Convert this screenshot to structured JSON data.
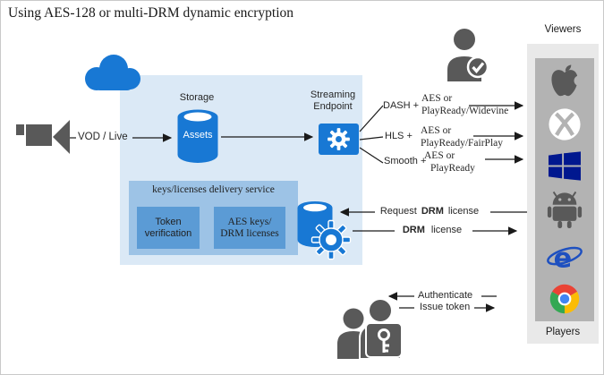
{
  "title": "Using AES-128 or multi-DRM dynamic encryption",
  "source": {
    "label": "VOD / Live"
  },
  "storage": {
    "title": "Storage",
    "asset": "Assets"
  },
  "endpoint": {
    "line1": "Streaming",
    "line2": "Endpoint"
  },
  "protocols": [
    {
      "name": "DASH +",
      "enc1": "AES or",
      "enc2": "PlayReady/Widevine"
    },
    {
      "name": "HLS +",
      "enc1": "AES or",
      "enc2": "PlayReady/FairPlay"
    },
    {
      "name": "Smooth +",
      "enc1": "AES or",
      "enc2": "PlayReady"
    }
  ],
  "keys_service": {
    "title": "keys/licenses delivery service",
    "token1": "Token",
    "token2": "verification",
    "aes1": "AES keys/",
    "aes2": "DRM licenses"
  },
  "flows": {
    "request_pre": "Request",
    "request_drm": "DRM",
    "request_post": "license",
    "deliver_drm": "DRM",
    "deliver_post": "license",
    "authenticate": "Authenticate",
    "issue_token": "Issue token"
  },
  "right_panel": {
    "viewers": "Viewers",
    "players": "Players",
    "ie_letter": "e",
    "platforms": [
      "apple",
      "xbox",
      "windows",
      "android",
      "internet-explorer",
      "chrome"
    ]
  },
  "colors": {
    "azure_blue": "#1878d4",
    "box_light": "#dbe9f6",
    "box_mid": "#9dc3e6",
    "box_inner": "#5b9bd5",
    "icon_gray": "#595959",
    "bar_outer": "#e9e9e9",
    "bar_inner": "#b3b3b3"
  }
}
